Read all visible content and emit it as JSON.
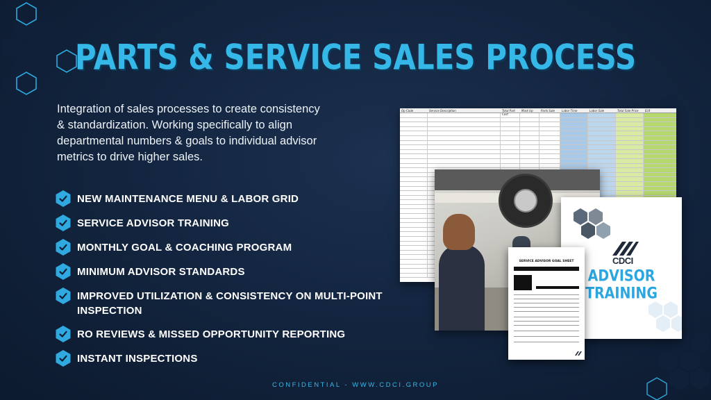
{
  "slide": {
    "title": "PARTS & SERVICE SALES PROCESS",
    "intro": "Integration of sales processes to create consistency & standardization. Working specifically to align departmental numbers & goals to individual advisor metrics to drive higher sales.",
    "checklist": [
      {
        "text": "NEW MAINTENANCE MENU & LABOR GRID"
      },
      {
        "text": "SERVICE ADVISOR TRAINING"
      },
      {
        "text": "MONTHLY GOAL & COACHING PROGRAM"
      },
      {
        "text": "MINIMUM ADVISOR STANDARDS"
      },
      {
        "text": "IMPROVED UTILIZATION & CONSISTENCY ON MULTI-POINT INSPECTION"
      },
      {
        "text": "RO REVIEWS & MISSED OPPORTUNITY REPORTING"
      },
      {
        "text": "INSTANT INSPECTIONS"
      }
    ],
    "footer": "CONFIDENTIAL  -  WWW.CDCI.GROUP"
  },
  "collage": {
    "spreadsheet_headers": [
      "Op Code",
      "Service Description",
      "Total Part Cost",
      "Mark Up",
      "Parts Sale",
      "Labor Time",
      "Labor Sale",
      "Total Sale Price",
      "ELR"
    ],
    "brochure_logo": "CDCI",
    "brochure_title": "ADVISOR TRAINING",
    "goal_sheet_title": "SERVICE ADVISOR GOAL SHEET"
  },
  "colors": {
    "accent": "#35b8e8",
    "background": "#132540",
    "check_hex": "#2fa9e0"
  },
  "icons": {
    "check": "hexagon-check-icon",
    "decor": "hexagon-pattern"
  }
}
